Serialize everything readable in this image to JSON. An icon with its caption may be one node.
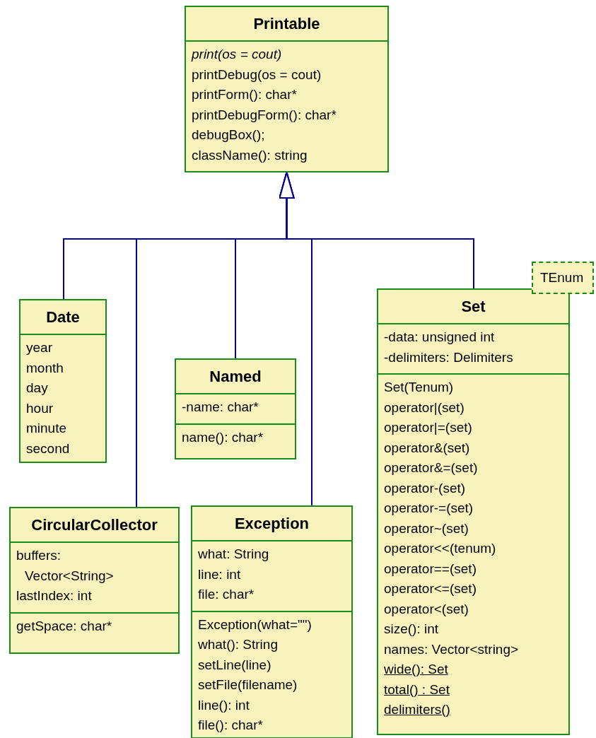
{
  "diagram": {
    "nodes": [
      {
        "text": [
          "Printable",
          "print(os = cout)",
          "printDebug(os = cout)",
          "printForm(): char*",
          "printDebugForm(): char*",
          "debugBox();",
          "className(): string"
        ]
      },
      {
        "text": [
          "TEnum"
        ]
      },
      {
        "text": [
          "Set",
          "-data: unsigned int",
          "-delimiters: Delimiters",
          "Set(Tenum)",
          "operator|(set)",
          "operator|=(set)",
          "operator&(set)",
          "operator&=(set)",
          "operator-(set)",
          "operator-=(set)",
          "operator~(set)",
          "operator<<(tenum)",
          "operator==(set)",
          "operator<=(set)",
          "operator<(set)",
          "size(): int",
          "names: Vector<string>",
          "wide(): Set",
          "total() : Set",
          "delimiters()"
        ]
      },
      {
        "text": [
          "Date",
          "year",
          "month",
          "day",
          "hour",
          "minute",
          "second"
        ]
      },
      {
        "text": [
          "Named",
          "-name: char*",
          "name(): char*"
        ]
      },
      {
        "text": [
          "CircularCollector",
          "buffers: Vector<String>",
          "lastIndex: int",
          "getSpace: char*"
        ]
      },
      {
        "text": [
          "Exception",
          "what: String",
          "line: int",
          "file: char*",
          "Exception(what=\"\")",
          "what(): String",
          "setLine(line)",
          "setFile(filename)",
          "line(): int",
          "file(): char*"
        ]
      }
    ],
    "edges": [
      {
        "from": 3,
        "to": 0,
        "arrow": "to"
      },
      {
        "from": 5,
        "to": 0,
        "arrow": "to"
      },
      {
        "from": 4,
        "to": 0,
        "arrow": "to"
      },
      {
        "from": 6,
        "to": 0,
        "arrow": "to"
      },
      {
        "from": 2,
        "to": 0,
        "arrow": "to"
      }
    ]
  }
}
